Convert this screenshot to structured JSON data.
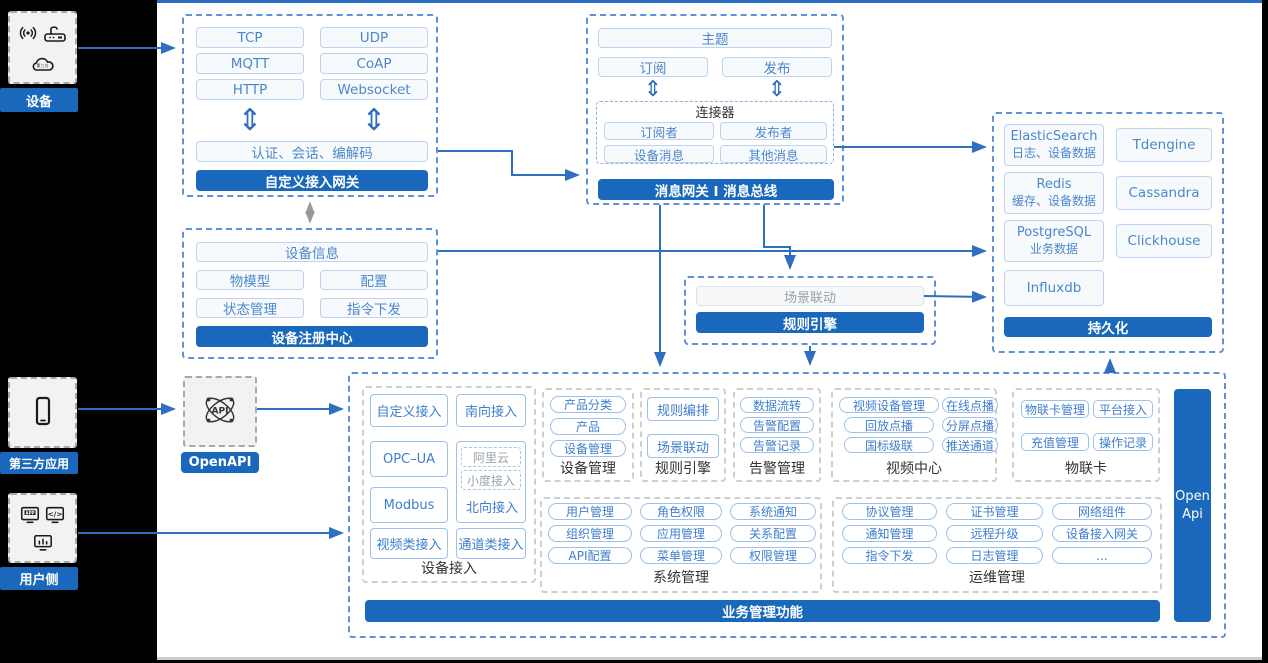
{
  "left_rail": {
    "groups": [
      {
        "label": "设备",
        "icons": [
          "wireless-signal-icon",
          "gateway-router-icon",
          "cloud-icon"
        ]
      },
      {
        "label": "第三方应用",
        "icons": [
          "smartphone-icon"
        ]
      },
      {
        "label": "用户侧",
        "icons": [
          "app-window-icon",
          "code-window-icon",
          "dashboard-monitor-icon"
        ]
      }
    ]
  },
  "custom_gateway": {
    "protocols": [
      "TCP",
      "UDP",
      "MQTT",
      "CoAP",
      "HTTP",
      "Websocket"
    ],
    "session_bar": "认证、会话、编解码",
    "title": "自定义接入网关"
  },
  "message_bus": {
    "topic": "主题",
    "subscribe": "订阅",
    "publish": "发布",
    "connector": {
      "title": "连接器",
      "items": [
        "订阅者",
        "发布者",
        "设备消息",
        "其他消息"
      ]
    },
    "title": "消息网关 I 消息总线"
  },
  "persistence": {
    "title": "持久化",
    "stores": [
      {
        "name": "ElasticSearch",
        "desc": "日志、设备数据"
      },
      {
        "name": "Tdengine",
        "desc": ""
      },
      {
        "name": "Redis",
        "desc": "缓存、设备数据"
      },
      {
        "name": "Cassandra",
        "desc": ""
      },
      {
        "name": "PostgreSQL",
        "desc": "业务数据"
      },
      {
        "name": "Clickhouse",
        "desc": ""
      },
      {
        "name": "Influxdb",
        "desc": ""
      }
    ]
  },
  "device_registry": {
    "info": "设备信息",
    "items": [
      "物模型",
      "配置",
      "状态管理",
      "指令下发"
    ],
    "title": "设备注册中心"
  },
  "rule_engine_mid": {
    "scene": "场景联动",
    "title": "规则引擎"
  },
  "open_api": {
    "label": "OpenAPI",
    "icon": "api-network-icon"
  },
  "business": {
    "title": "业务管理功能",
    "open_api_bar": "Open Api",
    "device_access": {
      "label": "设备接入",
      "col1": [
        "自定义接入",
        "OPC–UA",
        "Modbus",
        "视频类接入"
      ],
      "col2_top": "南向接入",
      "north": {
        "dashed": [
          "阿里云",
          "小度接入"
        ],
        "label": "北向接入"
      },
      "col2_bottom": "通道类接入"
    },
    "device_mgmt": {
      "label": "设备管理",
      "items": [
        "产品分类",
        "产品",
        "设备管理"
      ]
    },
    "rule_engine": {
      "label": "规则引擎",
      "items": [
        "规则编排",
        "场景联动"
      ]
    },
    "alarm": {
      "label": "告警管理",
      "items": [
        "数据流转",
        "告警配置",
        "告警记录"
      ]
    },
    "video": {
      "label": "视频中心",
      "items": [
        "视频设备管理",
        "在线点播",
        "回放点播",
        "分屏点播",
        "国标级联",
        "推送通道"
      ]
    },
    "iot_card": {
      "label": "物联卡",
      "items": [
        "物联卡管理",
        "平台接入",
        "充值管理",
        "操作记录"
      ]
    },
    "system": {
      "label": "系统管理",
      "items": [
        "用户管理",
        "角色权限",
        "系统通知",
        "组织管理",
        "应用管理",
        "关系配置",
        "API配置",
        "菜单管理",
        "权限管理"
      ]
    },
    "ops": {
      "label": "运维管理",
      "items": [
        "协议管理",
        "证书管理",
        "网络组件",
        "通知管理",
        "远程升级",
        "设备接入网关",
        "指令下发",
        "日志管理",
        "..."
      ]
    }
  }
}
